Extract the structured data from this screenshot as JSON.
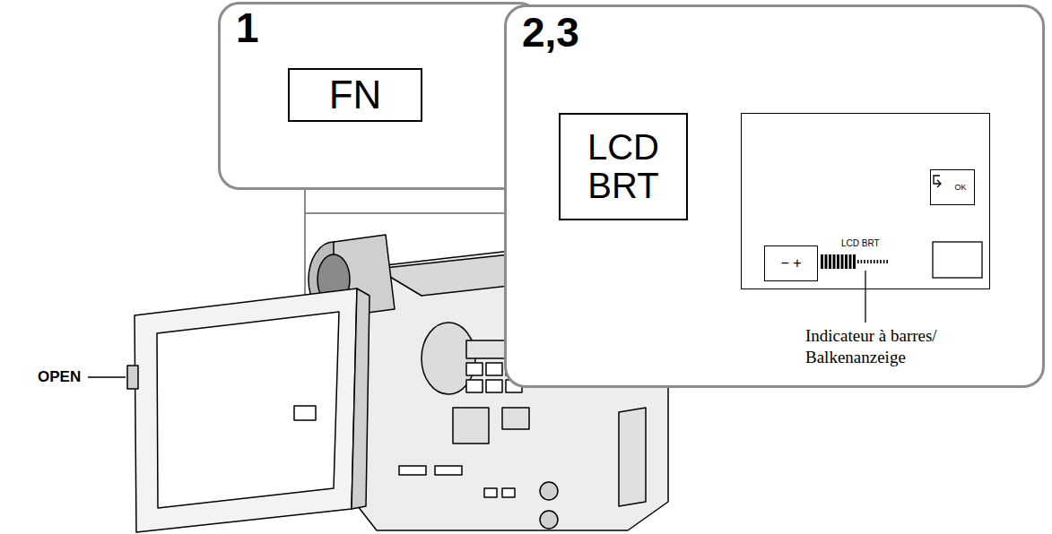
{
  "diagram": {
    "nodes": [
      {
        "text": [
          "1"
        ]
      },
      {
        "text": [
          "FN"
        ],
        "in": 0
      },
      {
        "text": [
          "2,3"
        ]
      },
      {
        "text": [
          "LCD BRT"
        ],
        "in": 2
      },
      {
        "text": [
          "LCD BRT"
        ],
        "in": 2
      },
      {
        "text": [
          "OK"
        ],
        "in": 4
      },
      {
        "text": [
          "− +"
        ],
        "in": 4
      }
    ],
    "labels": [
      "OPEN",
      "Indicateur à barres/ Balkenanzeige"
    ]
  }
}
